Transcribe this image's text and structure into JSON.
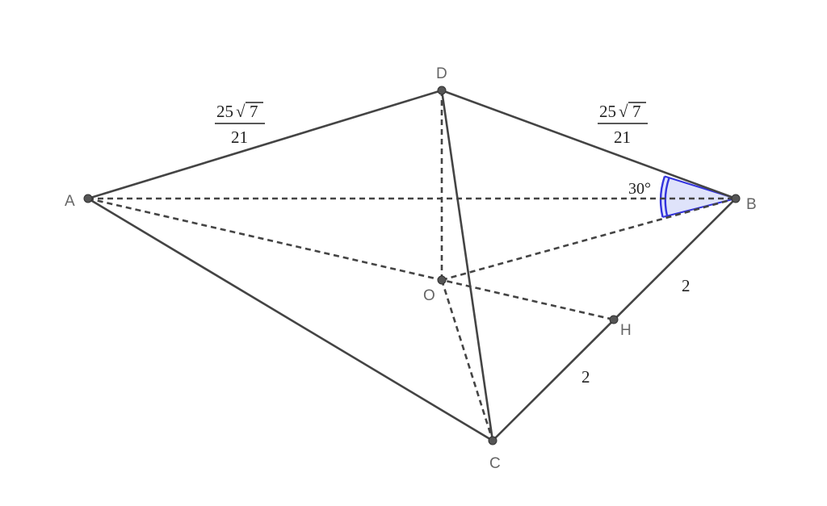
{
  "points": {
    "A": {
      "label": "A"
    },
    "B": {
      "label": "B"
    },
    "C": {
      "label": "C"
    },
    "D": {
      "label": "D"
    },
    "O": {
      "label": "O"
    },
    "H": {
      "label": "H"
    }
  },
  "lengths": {
    "AD": {
      "numerator_coef": "25",
      "radicand": "7",
      "denominator": "21"
    },
    "DB": {
      "numerator_coef": "25",
      "radicand": "7",
      "denominator": "21"
    },
    "BH": "2",
    "HC": "2"
  },
  "angle_DBA": {
    "value": "30°",
    "color": "#3333dd",
    "fill": "#dfe3fa"
  },
  "colors": {
    "edge": "#444444",
    "point": "#555555",
    "label": "#666666"
  }
}
